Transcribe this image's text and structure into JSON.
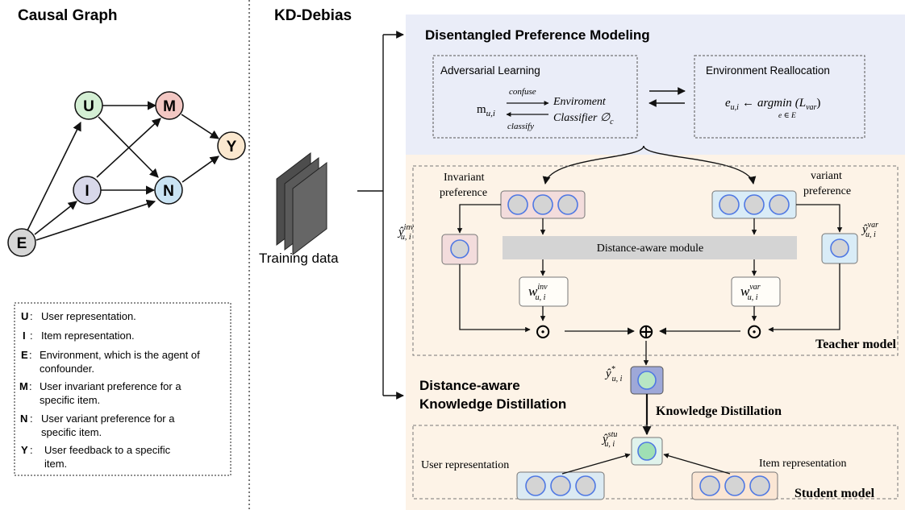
{
  "left_panel": {
    "title": "Causal Graph",
    "nodes": {
      "u": "U",
      "m": "M",
      "y": "Y",
      "i": "I",
      "n": "N",
      "e": "E"
    },
    "colors": {
      "u": "#d4efd4",
      "m": "#f2c7c3",
      "y": "#fbe8cf",
      "i": "#d8d8ea",
      "n": "#c9e3f3",
      "e": "#d6d6d6"
    },
    "legend": [
      {
        "key": "U",
        "text": "User representation."
      },
      {
        "key": "I",
        "text": "Item representation."
      },
      {
        "key": "E",
        "text": "Environment, which is the agent of",
        "text2": "confounder."
      },
      {
        "key": "M",
        "text": "User invariant preference for a",
        "text2": "specific item."
      },
      {
        "key": "N",
        "text": "User variant preference for a",
        "text2": "specific item."
      },
      {
        "key": "Y",
        "text": "User feedback to a specific",
        "text2": "item."
      }
    ]
  },
  "right_panel": {
    "title": "KD-Debias",
    "training_data": "Training data",
    "dpm": {
      "title": "Disentangled Preference Modeling",
      "adversarial": {
        "label": "Adversarial Learning",
        "m": "m",
        "m_sub": "u,i",
        "confuse": "confuse",
        "classify": "classify",
        "classifier_line1": "Enviroment",
        "classifier_line2": "Classifier ∅",
        "classifier_sub": "c"
      },
      "reallocation": {
        "label": "Environment Reallocation",
        "lhs": "e",
        "lhs_sub": "u,i",
        "arrow": "←",
        "rhs": "argmin",
        "rhs_arg": "(L",
        "rhs_sub": "var",
        "rhs_close": ")",
        "under": "e ∈ E"
      }
    },
    "teacher": {
      "label": "Teacher model",
      "invariant_line1": "Invariant",
      "invariant_line2": "preference",
      "variant_line1": "variant",
      "variant_line2": "preference",
      "distance_module": "Distance-aware module",
      "y_inv": "ŷ",
      "y_inv_sub": "u, i",
      "y_inv_sup": "inv",
      "y_var": "ŷ",
      "y_var_sub": "u, i",
      "y_var_sup": "var",
      "w_inv": "w",
      "w_inv_sub": "u, i",
      "w_inv_sup": "inv",
      "w_var": "w",
      "w_var_sub": "u, i",
      "w_var_sup": "var",
      "odot": "⊙",
      "oplus": "⊕"
    },
    "kd": {
      "title_line1": "Distance-aware",
      "title_line2": "Knowledge Distillation",
      "label": "Knowledge Distillation",
      "y_star": "ŷ",
      "y_star_sub": "u, i",
      "y_star_sup": "*"
    },
    "student": {
      "label": "Student model",
      "user_rep": "User representation",
      "item_rep": "Item representation",
      "y_stu": "ŷ",
      "y_stu_sub": "u, i",
      "y_stu_sup": "stu"
    },
    "colors": {
      "dpm_bg": "#eaedf8",
      "lower_bg": "#fdf3e7",
      "circle_blue": "#5a7fe0",
      "circle_fill": "#d4d4d4",
      "inv_box": "#f3dcdc",
      "var_box": "#d9ecf7",
      "y_star_box": "#9ea8d8",
      "y_star_circle": "#b8e6c4",
      "y_stu_box": "#e0f3ec",
      "y_stu_circle": "#9fe0b4",
      "rep_box": "#fbe6d4",
      "rep_user_box": "#dbeaf3",
      "distance_bar": "#d4d4d4"
    }
  }
}
